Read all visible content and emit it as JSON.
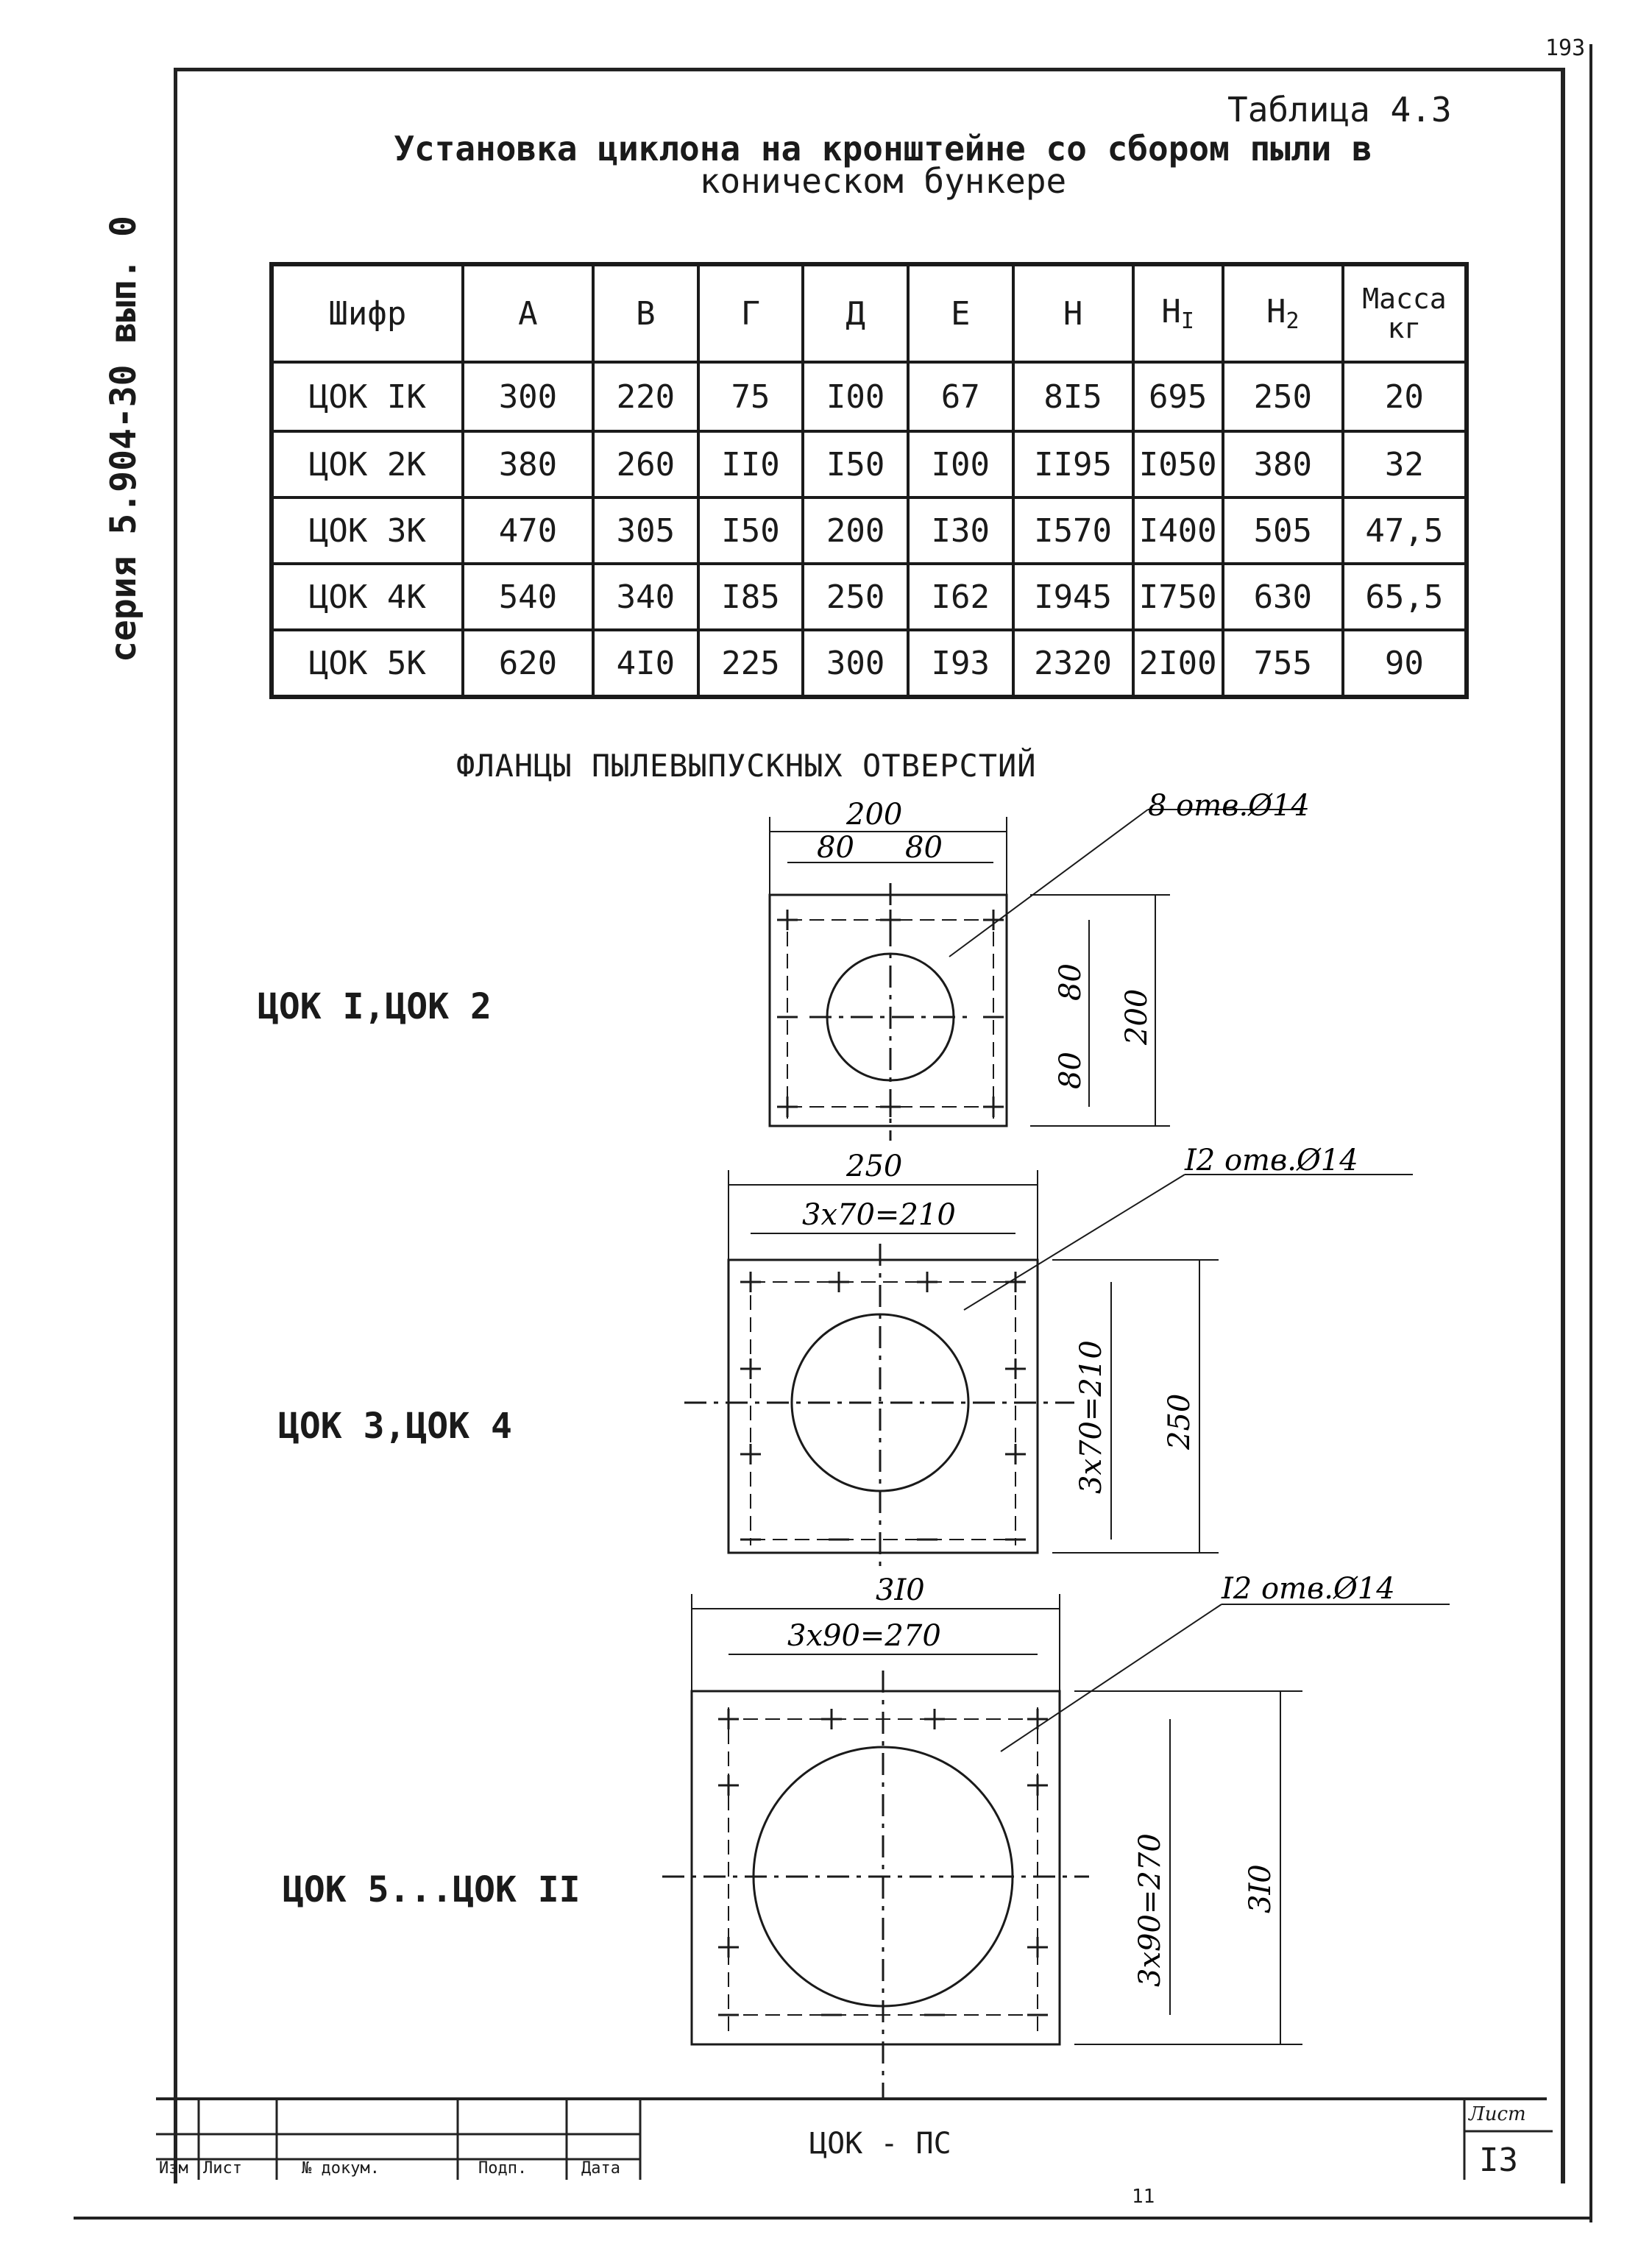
{
  "corner_mark": "193",
  "side_text": "серия 5.904-30 вып. 0",
  "table_label": "Таблица 4.3",
  "title_line1": "Установка циклона на кронштейне  со сбором пыли в",
  "title_line2": "коническом бункере",
  "table": {
    "headers": [
      "Шифр",
      "А",
      "В",
      "Г",
      "Д",
      "Е",
      "Н",
      "Н",
      "Н",
      "Масса кг"
    ],
    "header_subs": [
      "",
      "",
      "",
      "",
      "",
      "",
      "",
      "I",
      "2",
      ""
    ],
    "rows": [
      [
        "ЦОК IК",
        "300",
        "220",
        "75",
        "I00",
        "67",
        "8I5",
        "695",
        "250",
        "20"
      ],
      [
        "ЦОК 2К",
        "380",
        "260",
        "II0",
        "I50",
        "I00",
        "II95",
        "I050",
        "380",
        "32"
      ],
      [
        "ЦОК 3К",
        "470",
        "305",
        "I50",
        "200",
        "I30",
        "I570",
        "I400",
        "505",
        "47,5"
      ],
      [
        "ЦОК 4К",
        "540",
        "340",
        "I85",
        "250",
        "I62",
        "I945",
        "I750",
        "630",
        "65,5"
      ],
      [
        "ЦОК 5К",
        "620",
        "4I0",
        "225",
        "300",
        "I93",
        "2320",
        "2I00",
        "755",
        "90"
      ]
    ]
  },
  "section_title": "ФЛАНЦЫ ПЫЛЕВЫПУСКНЫХ ОТВЕРСТИЙ",
  "flanges": [
    {
      "label": "ЦОК I,ЦОК 2",
      "holes": "8 отв.Ø14",
      "width": "200",
      "pitch_top": "80",
      "pitch_top2": "80",
      "height": "200",
      "pitch_side": "80",
      "pitch_side2": "80"
    },
    {
      "label": "ЦОК 3,ЦОК 4",
      "holes": "I2 отв.Ø14",
      "width": "250",
      "pitch_top": "3x70=210",
      "height": "250",
      "pitch_side": "3x70=210"
    },
    {
      "label": "ЦОК 5...ЦОК II",
      "holes": "I2 отв.Ø14",
      "width": "3I0",
      "pitch_top": "3x90=270",
      "height": "3I0",
      "pitch_side": "3x90=270"
    }
  ],
  "stamp": {
    "code": "ЦОК - ПС",
    "sheet_label": "Лист",
    "sheet_number": "I3",
    "cols": [
      "Изм",
      "Лист",
      "№ докум.",
      "Подп.",
      "Дата"
    ],
    "page_number": "11"
  }
}
